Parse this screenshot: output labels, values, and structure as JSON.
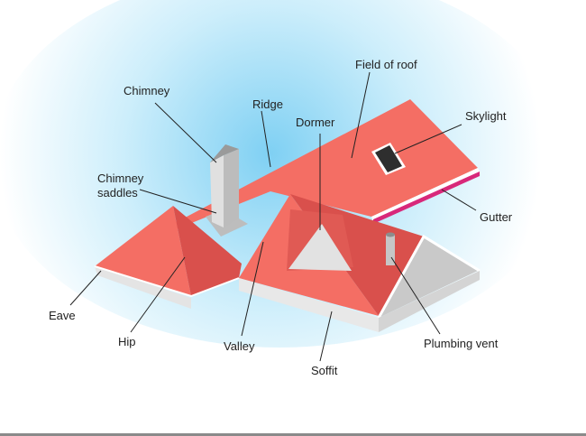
{
  "labels": {
    "chimney": "Chimney",
    "ridge": "Ridge",
    "field_of_roof": "Field of roof",
    "dormer": "Dormer",
    "skylight": "Skylight",
    "chimney_saddles_1": "Chimney",
    "chimney_saddles_2": "saddles",
    "gutter": "Gutter",
    "eave": "Eave",
    "hip": "Hip",
    "valley": "Valley",
    "soffit": "Soffit",
    "plumbing_vent": "Plumbing vent"
  },
  "colors": {
    "roof_light": "#f46e64",
    "roof_dark": "#d9504c",
    "gutter": "#d8287a",
    "wall_grey": "#c9c9c9",
    "glow": "#aee0f7"
  }
}
